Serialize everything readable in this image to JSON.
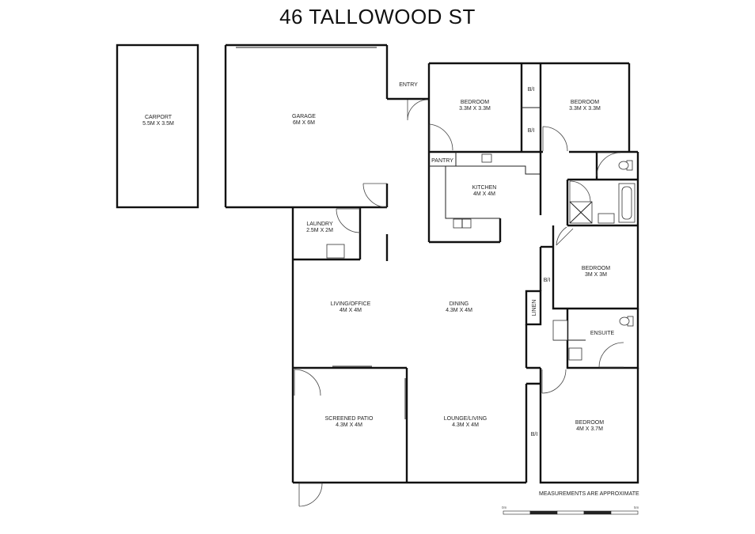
{
  "plan": {
    "title": "46 TALLOWOOD ST",
    "note": "MEASUREMENTS ARE APPROXIMATE",
    "scale_bar": {
      "start_label": "0m",
      "end_label": "5m"
    },
    "rooms": {
      "carport": {
        "name": "CARPORT",
        "size": "5.5M X 3.5M"
      },
      "garage": {
        "name": "GARAGE",
        "size": "6M X 6M"
      },
      "entry": {
        "name": "ENTRY"
      },
      "bedroom1": {
        "name": "BEDROOM",
        "size": "3.3M X 3.3M"
      },
      "bedroom2": {
        "name": "BEDROOM",
        "size": "3.3M X 3.3M"
      },
      "bi1": {
        "name": "B/I"
      },
      "bi2": {
        "name": "B/I"
      },
      "pantry": {
        "name": "PANTRY"
      },
      "kitchen": {
        "name": "KITCHEN",
        "size": "4M X 4M"
      },
      "laundry": {
        "name": "LAUNDRY",
        "size": "2.5M X 2M"
      },
      "living_office": {
        "name": "LIVING/OFFICE",
        "size": "4M X 4M"
      },
      "dining": {
        "name": "DINING",
        "size": "4.3M X 4M"
      },
      "bedroom3": {
        "name": "BEDROOM",
        "size": "3M X 3M"
      },
      "bi3": {
        "name": "B/I"
      },
      "linen": {
        "name": "LINEN"
      },
      "ensuite": {
        "name": "ENSUITE"
      },
      "screened_patio": {
        "name": "SCREENED PATIO",
        "size": "4.3M X 4M"
      },
      "lounge_living": {
        "name": "LOUNGE/LIVING",
        "size": "4.3M X 4M"
      },
      "bedroom4": {
        "name": "BEDROOM",
        "size": "4M X 3.7M"
      },
      "bi4": {
        "name": "B/I"
      }
    }
  }
}
